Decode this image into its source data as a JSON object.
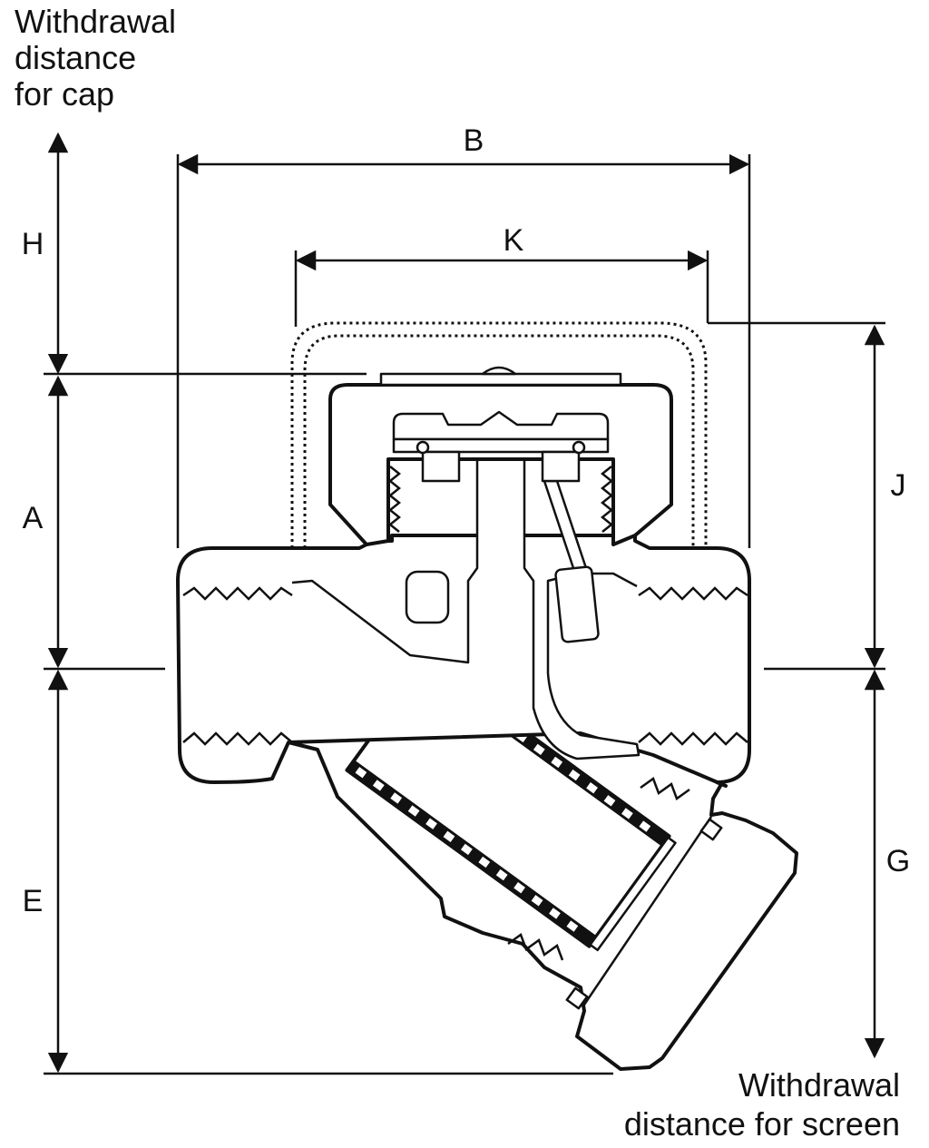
{
  "notes": {
    "cap_withdrawal": [
      "Withdrawal",
      "distance",
      "for cap"
    ],
    "screen_withdrawal": [
      "Withdrawal",
      "distance for screen"
    ]
  },
  "dimensions": {
    "A": "A",
    "B": "B",
    "E": "E",
    "G": "G",
    "H": "H",
    "J": "J",
    "K": "K"
  }
}
